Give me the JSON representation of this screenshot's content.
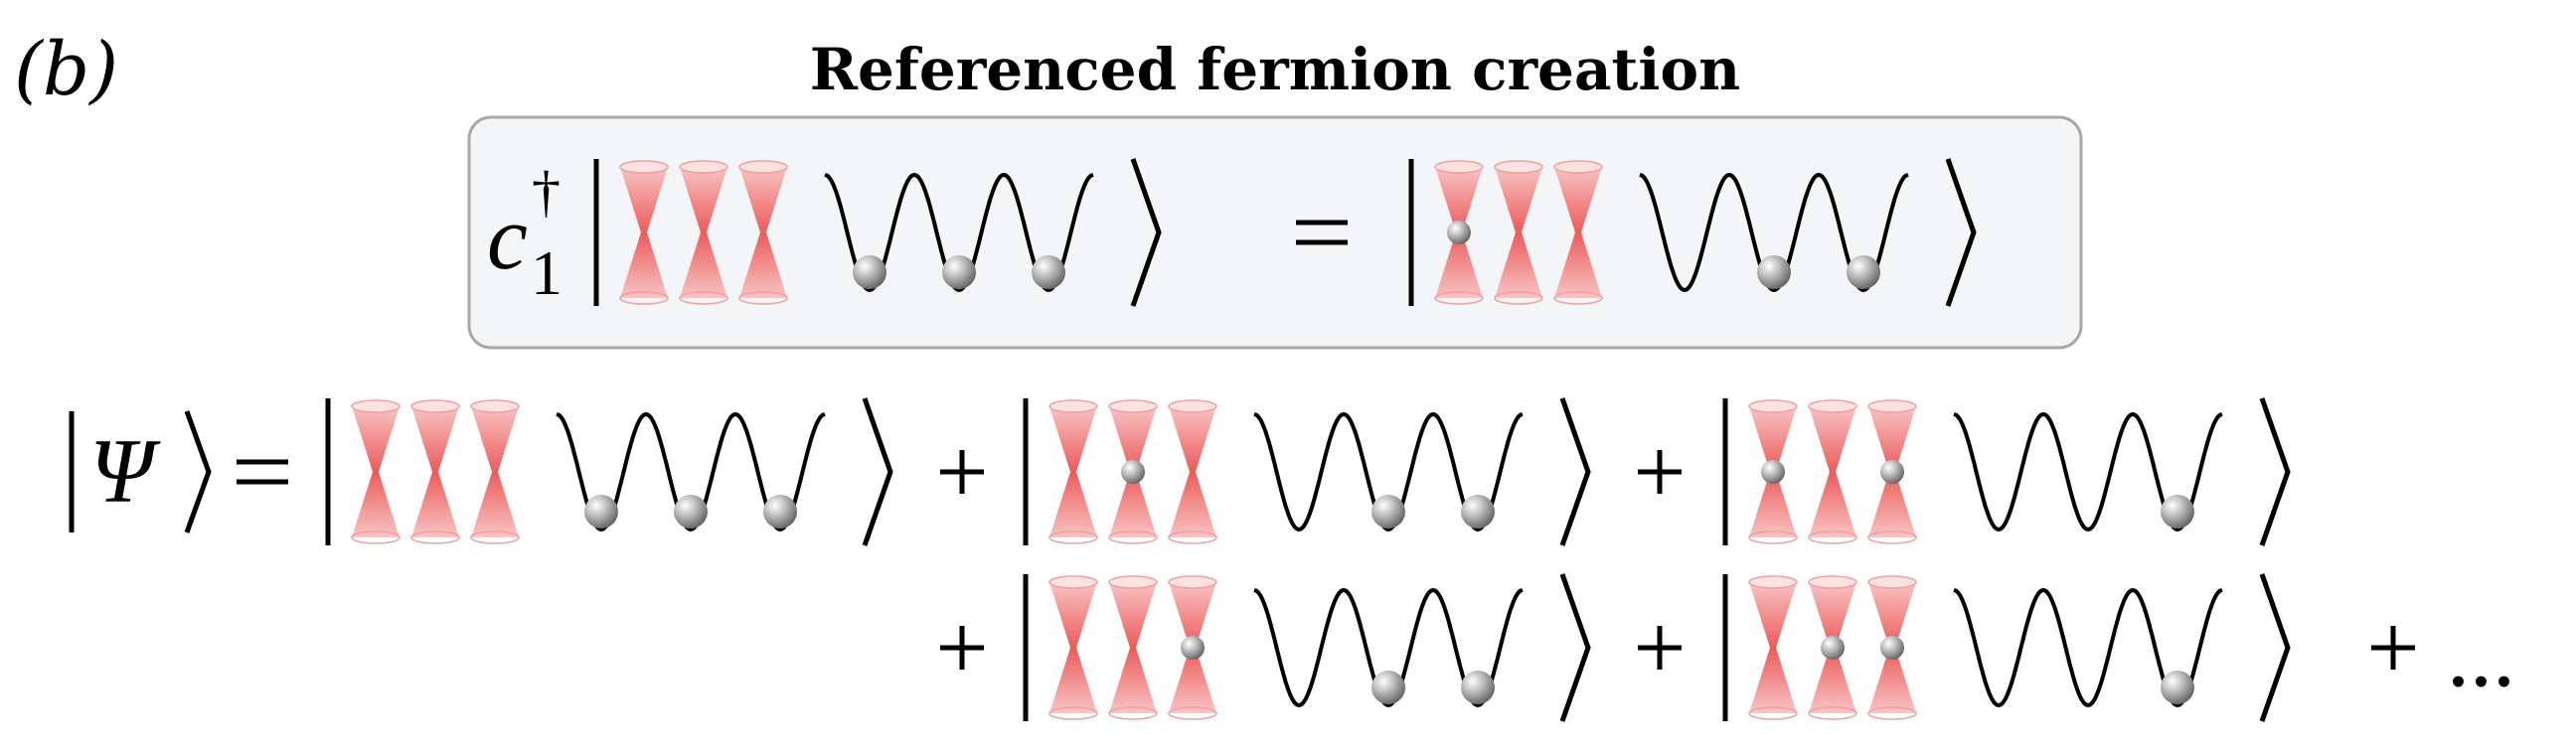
{
  "panel_label": "(b)",
  "title": "Referenced fermion creation",
  "operator": {
    "symbol": "c",
    "superscript": "†",
    "subscript": "1"
  },
  "psi_symbol": "Ψ",
  "ellipsis": "...",
  "colors": {
    "box_fill": "#f4f5f7",
    "box_stroke": "#a8a8a8",
    "tweezer": "#f08080",
    "atom": "#8a8a8a",
    "line": "#000000"
  },
  "kets": {
    "box_left": {
      "tweezers_occupied": [
        false,
        false,
        false
      ],
      "lattice_occupied": [
        true,
        true,
        true
      ]
    },
    "box_right": {
      "tweezers_occupied": [
        true,
        false,
        false
      ],
      "lattice_occupied": [
        false,
        true,
        true
      ]
    },
    "row1_term1": {
      "tweezers_occupied": [
        false,
        false,
        false
      ],
      "lattice_occupied": [
        true,
        true,
        true
      ]
    },
    "row1_term2": {
      "tweezers_occupied": [
        false,
        true,
        false
      ],
      "lattice_occupied": [
        false,
        true,
        true
      ]
    },
    "row1_term3": {
      "tweezers_occupied": [
        true,
        false,
        true
      ],
      "lattice_occupied": [
        false,
        false,
        true
      ]
    },
    "row2_term1": {
      "tweezers_occupied": [
        false,
        false,
        true
      ],
      "lattice_occupied": [
        false,
        true,
        true
      ]
    },
    "row2_term2": {
      "tweezers_occupied": [
        false,
        true,
        true
      ],
      "lattice_occupied": [
        false,
        false,
        true
      ]
    }
  }
}
